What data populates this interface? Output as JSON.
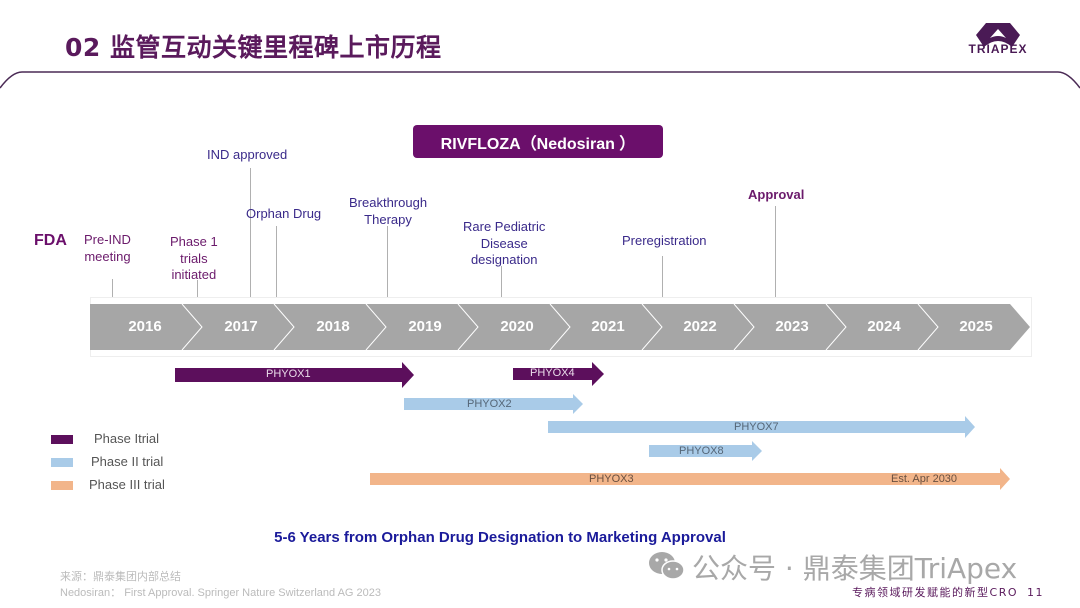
{
  "header": {
    "title": "02 监管互动关键里程碑上市历程",
    "logo_text": "TRIAPEX"
  },
  "drug_title": "RIVFLOZA（Nedosiran ）",
  "agency_label": "FDA",
  "colors": {
    "brand_purple": "#5a1a5c",
    "phase1": "#5c0f5c",
    "phase2": "#a9cbe8",
    "phase3": "#f2b58a",
    "axis_gray": "#a6a6a6",
    "summary_blue": "#1a1a9a"
  },
  "chart_data": {
    "type": "timeline",
    "title": "RIVFLOZA（Nedosiran ）",
    "x_axis": {
      "categories": [
        "2016",
        "2017",
        "2018",
        "2019",
        "2020",
        "2021",
        "2022",
        "2023",
        "2024",
        "2025"
      ]
    },
    "milestones": [
      {
        "label": "Pre-IND meeting",
        "approx_date": "2016.2"
      },
      {
        "label": "Phase 1 trials initiated",
        "approx_date": "2016.6"
      },
      {
        "label": "IND approved",
        "approx_date": "2017.1"
      },
      {
        "label": "Orphan Drug",
        "approx_date": "2017.4"
      },
      {
        "label": "Breakthrough Therapy",
        "approx_date": "2018.6"
      },
      {
        "label": "Rare Pediatric Disease designation",
        "approx_date": "2019.8"
      },
      {
        "label": "Preregistration",
        "approx_date": "2021.9"
      },
      {
        "label": "Approval",
        "approx_date": "2023.1"
      }
    ],
    "trials": [
      {
        "name": "PHYOX1",
        "phase": "Phase I trial",
        "start": 2016.4,
        "end": 2019.0
      },
      {
        "name": "PHYOX4",
        "phase": "Phase I trial",
        "start": 2019.8,
        "end": 2020.8
      },
      {
        "name": "PHYOX2",
        "phase": "Phase II trial",
        "start": 2018.9,
        "end": 2020.7
      },
      {
        "name": "PHYOX7",
        "phase": "Phase II trial",
        "start": 2020.3,
        "end": 2025.0
      },
      {
        "name": "PHYOX8",
        "phase": "Phase II trial",
        "start": 2020.9,
        "end": 2022.0
      },
      {
        "name": "PHYOX3",
        "phase": "Phase III trial",
        "start": 2018.6,
        "end": 2025.4,
        "note": "Est. Apr 2030"
      }
    ],
    "legend": [
      "Phase Itrial",
      "Phase II trial",
      "Phase III trial"
    ],
    "legend_position": "bottom-left",
    "grid": false
  },
  "milestones_display": [
    {
      "label": "Pre-IND\nmeeting"
    },
    {
      "label": "Phase 1\ntrials\ninitiated"
    },
    {
      "label": "IND approved"
    },
    {
      "label": "Orphan Drug"
    },
    {
      "label": "Breakthrough\nTherapy"
    },
    {
      "label": "Rare Pediatric\nDisease\ndesignation"
    },
    {
      "label": "Preregistration"
    },
    {
      "label": "Approval"
    }
  ],
  "trials_display": {
    "phyox1": "PHYOX1",
    "phyox4": "PHYOX4",
    "phyox2": "PHYOX2",
    "phyox7": "PHYOX7",
    "phyox8": "PHYOX8",
    "phyox3": "PHYOX3",
    "phyox3_note": "Est. Apr 2030"
  },
  "legend": {
    "phase1": "Phase Itrial",
    "phase2": "Phase II trial",
    "phase3": "Phase III trial"
  },
  "summary": "5-6 Years from Orphan Drug Designation to Marketing Approval",
  "sources": {
    "line1": "来源：鼎泰集团内部总结",
    "line2": "Nedosiran： First Approval. Springer Nature Switzerland AG 2023"
  },
  "watermark": "公众号 · 鼎泰集团TriApex",
  "footer": {
    "tagline": "专病领域研发赋能的新型CRO",
    "page_number": "11"
  }
}
